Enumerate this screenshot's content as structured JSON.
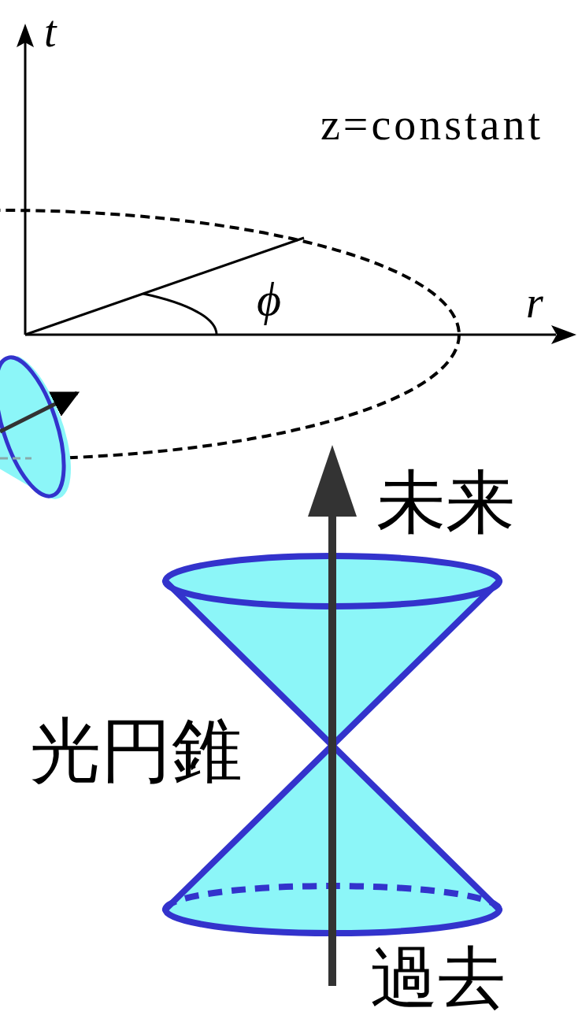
{
  "diagram": {
    "labels": [
      "t",
      "z=constant",
      "ϕ",
      "r",
      "未来",
      "光円錐",
      "過去"
    ]
  }
}
